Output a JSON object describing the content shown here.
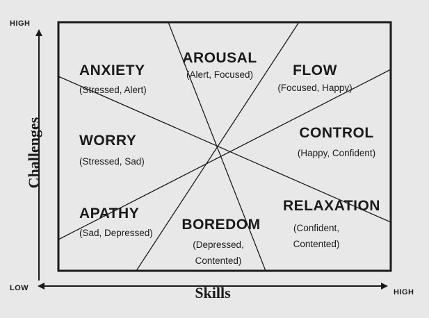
{
  "axes": {
    "y_title": "Challenges",
    "y_high": "HIGH",
    "x_title": "Skills",
    "x_low": "LOW",
    "x_high": "HIGH"
  },
  "states": {
    "arousal": {
      "name": "AROUSAL",
      "desc": [
        "(Alert, Focused)"
      ]
    },
    "anxiety": {
      "name": "ANXIETY",
      "desc": [
        "(Stressed, Alert)"
      ]
    },
    "flow": {
      "name": "FLOW",
      "desc": [
        "(Focused, Happy)"
      ]
    },
    "worry": {
      "name": "WORRY",
      "desc": [
        "(Stressed, Sad)"
      ]
    },
    "control": {
      "name": "CONTROL",
      "desc": [
        "(Happy, Confident)"
      ]
    },
    "apathy": {
      "name": "APATHY",
      "desc": [
        "(Sad, Depressed)"
      ]
    },
    "relaxation": {
      "name": "RELAXATION",
      "desc": [
        "(Confident,",
        "Contented)"
      ]
    },
    "boredom": {
      "name": "BOREDOM",
      "desc": [
        "(Depressed,",
        "Contented)"
      ]
    }
  },
  "colors": {
    "ink": "#1a1a1a",
    "background": "#e8e8e8"
  }
}
